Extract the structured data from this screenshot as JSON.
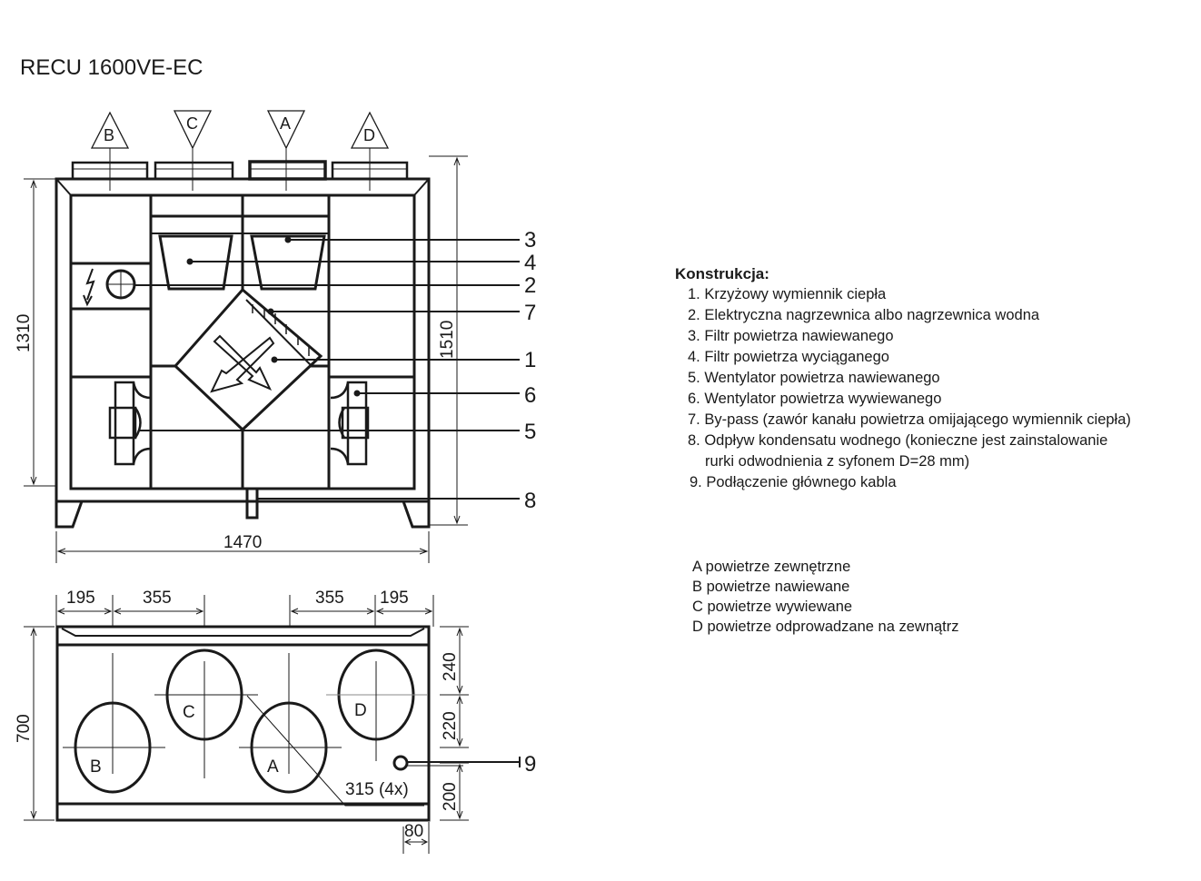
{
  "title": "RECU 1600VE-EC",
  "ports": {
    "B": "B",
    "C": "C",
    "A": "A",
    "D": "D"
  },
  "callouts": {
    "c1": "1",
    "c2": "2",
    "c3": "3",
    "c4": "4",
    "c5": "5",
    "c6": "6",
    "c7": "7",
    "c8": "8",
    "c9": "9"
  },
  "dimensions": {
    "height_body": "1310",
    "height_total": "1510",
    "width": "1470",
    "depth": "700",
    "left_offset": "195",
    "left_spacing": "355",
    "right_spacing": "355",
    "right_offset": "195",
    "top_row": "240",
    "row_gap": "220",
    "bottom_row": "200",
    "cable_offset": "80",
    "duct_diameter": "315 (4x)"
  },
  "legend": {
    "heading": "Konstrukcja:",
    "items": [
      "1. Krzyżowy wymiennik ciepła",
      "2. Elektryczna nagrzewnica albo nagrzewnica wodna",
      "3. Filtr powietrza nawiewanego",
      "4. Filtr powietrza wyciąganego",
      "5. Wentylator powietrza nawiewanego",
      "6. Wentylator powietrza wywiewanego",
      "7. By-pass (zawór kanału powietrza omijającego wymiennik ciepła)",
      "8. Odpływ kondensatu wodnego (konieczne jest zainstalowanie",
      "rurki odwodnienia z syfonem D=28 mm)",
      "9. Podłączenie głównego kabla"
    ]
  },
  "air_legend": [
    "A  powietrze zewnętrzne",
    "B  powietrze nawiewane",
    "C  powietrze wywiewane",
    "D  powietrze odprowadzane na zewnątrz"
  ]
}
